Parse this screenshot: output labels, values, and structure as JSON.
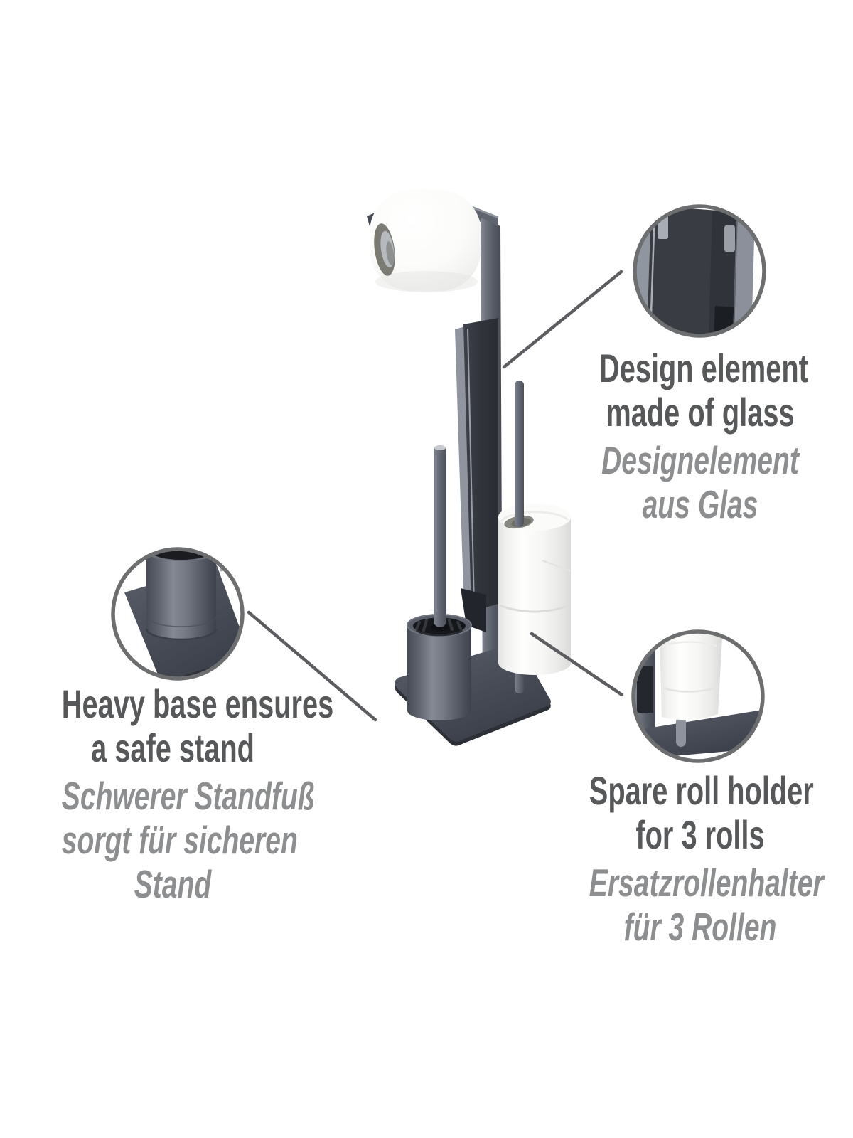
{
  "page": {
    "background_color": "#ffffff",
    "type": "bilingual product feature infographic"
  },
  "product": {
    "name": "freestanding toilet roll holder with brush, glass panel and spare roll storage",
    "colors": {
      "anthracite": "#5d626d",
      "dark_glass": "#33363d",
      "base_plate": "#4a4e59",
      "paper_white": "#fbfbf9",
      "silver": "#b6b9bd"
    }
  },
  "style": {
    "text_bold_color": "#57585a",
    "text_italic_color": "#8d8e90",
    "callout_circle_border": "#6d6e70",
    "callout_line_color": "#5c5d60"
  },
  "callouts": {
    "glass": {
      "en_lines": [
        "Design element",
        "made of glass"
      ],
      "de_lines": [
        "Designelement",
        "aus Glas"
      ]
    },
    "base": {
      "en_lines": [
        "Heavy base ensures",
        "a safe stand"
      ],
      "de_lines": [
        "Schwerer Standfuß",
        "sorgt für sicheren",
        "Stand"
      ]
    },
    "spare": {
      "en_lines": [
        "Spare roll holder",
        "for 3 rolls"
      ],
      "de_lines": [
        "Ersatzrollenhalter",
        "für 3 Rollen"
      ]
    }
  }
}
